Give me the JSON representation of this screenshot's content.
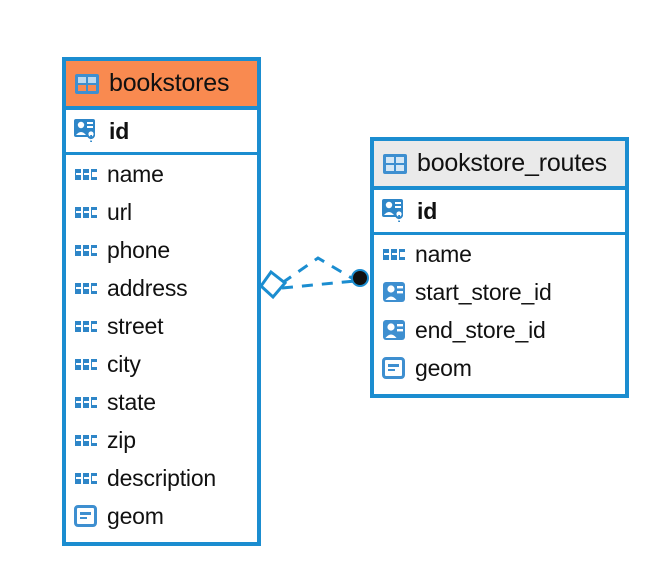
{
  "diagram": {
    "type": "entity-relationship-diagram",
    "background_color": "#ffffff",
    "accent_color": "#1b8dd0",
    "highlight_color": "#f98a50"
  },
  "tables": [
    {
      "name": "bookstores",
      "header_style": "accent-orange",
      "title_icon": "table-icon",
      "fields": [
        {
          "name": "id",
          "icon": "primary-key-icon",
          "key": true
        },
        {
          "name": "name",
          "icon": "text-abc-icon",
          "key": false
        },
        {
          "name": "url",
          "icon": "text-abc-icon",
          "key": false
        },
        {
          "name": "phone",
          "icon": "text-abc-icon",
          "key": false
        },
        {
          "name": "address",
          "icon": "text-abc-icon",
          "key": false
        },
        {
          "name": "street",
          "icon": "text-abc-icon",
          "key": false
        },
        {
          "name": "city",
          "icon": "text-abc-icon",
          "key": false
        },
        {
          "name": "state",
          "icon": "text-abc-icon",
          "key": false
        },
        {
          "name": "zip",
          "icon": "text-abc-icon",
          "key": false
        },
        {
          "name": "description",
          "icon": "text-abc-icon",
          "key": false
        },
        {
          "name": "geom",
          "icon": "geometry-icon",
          "key": false
        }
      ]
    },
    {
      "name": "bookstore_routes",
      "header_style": "accent-gray",
      "title_icon": "table-icon",
      "fields": [
        {
          "name": "id",
          "icon": "primary-key-icon",
          "key": true
        },
        {
          "name": "name",
          "icon": "text-abc-icon",
          "key": false
        },
        {
          "name": "start_store_id",
          "icon": "foreign-key-icon",
          "key": false
        },
        {
          "name": "end_store_id",
          "icon": "foreign-key-icon",
          "key": false
        },
        {
          "name": "geom",
          "icon": "geometry-icon",
          "key": false
        }
      ]
    }
  ],
  "relationship": {
    "line_style": "dashed",
    "line_color": "#1b8dd0",
    "source_endpoint": "diamond",
    "target_endpoint": "filled-circle",
    "source_table": "bookstores",
    "target_table": "bookstore_routes"
  }
}
